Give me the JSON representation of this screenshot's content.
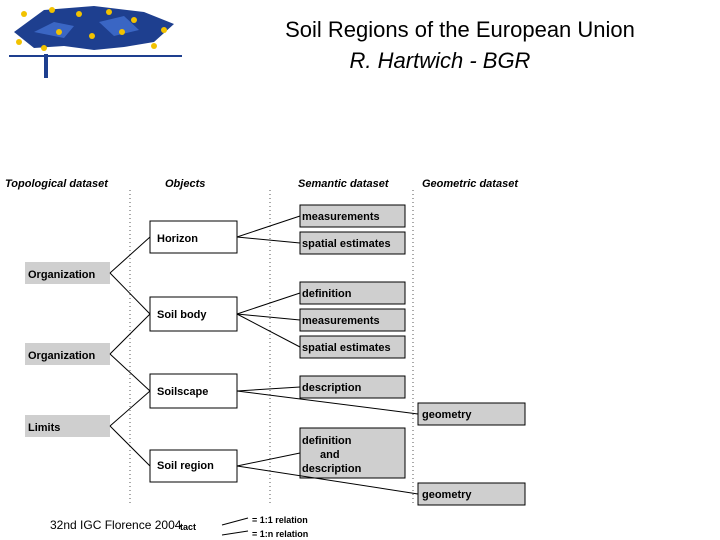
{
  "title": "Soil Regions of the European Union",
  "subtitle": "R. Hartwich - BGR",
  "logo": {
    "icon": "eu-stars-map-logo",
    "star_color": "#f2c200",
    "map_color": "#1e3f8f"
  },
  "diagram": {
    "columns": [
      "Topological dataset",
      "Objects",
      "Semantic dataset",
      "Geometric dataset"
    ],
    "topological": [
      "Organization",
      "Organization",
      "Limits"
    ],
    "objects": [
      "Horizon",
      "Soil body",
      "Soilscape",
      "Soil region"
    ],
    "semantic": [
      "measurements",
      "spatial estimates",
      "definition",
      "measurements",
      "spatial estimates",
      "description",
      "definition",
      "and",
      "description"
    ],
    "geometric": [
      "geometry",
      "geometry"
    ],
    "legend": [
      "= 1:1 relation",
      "= 1:n relation"
    ],
    "legend_partial": "tact"
  },
  "footer": "32nd IGC Florence 2004"
}
